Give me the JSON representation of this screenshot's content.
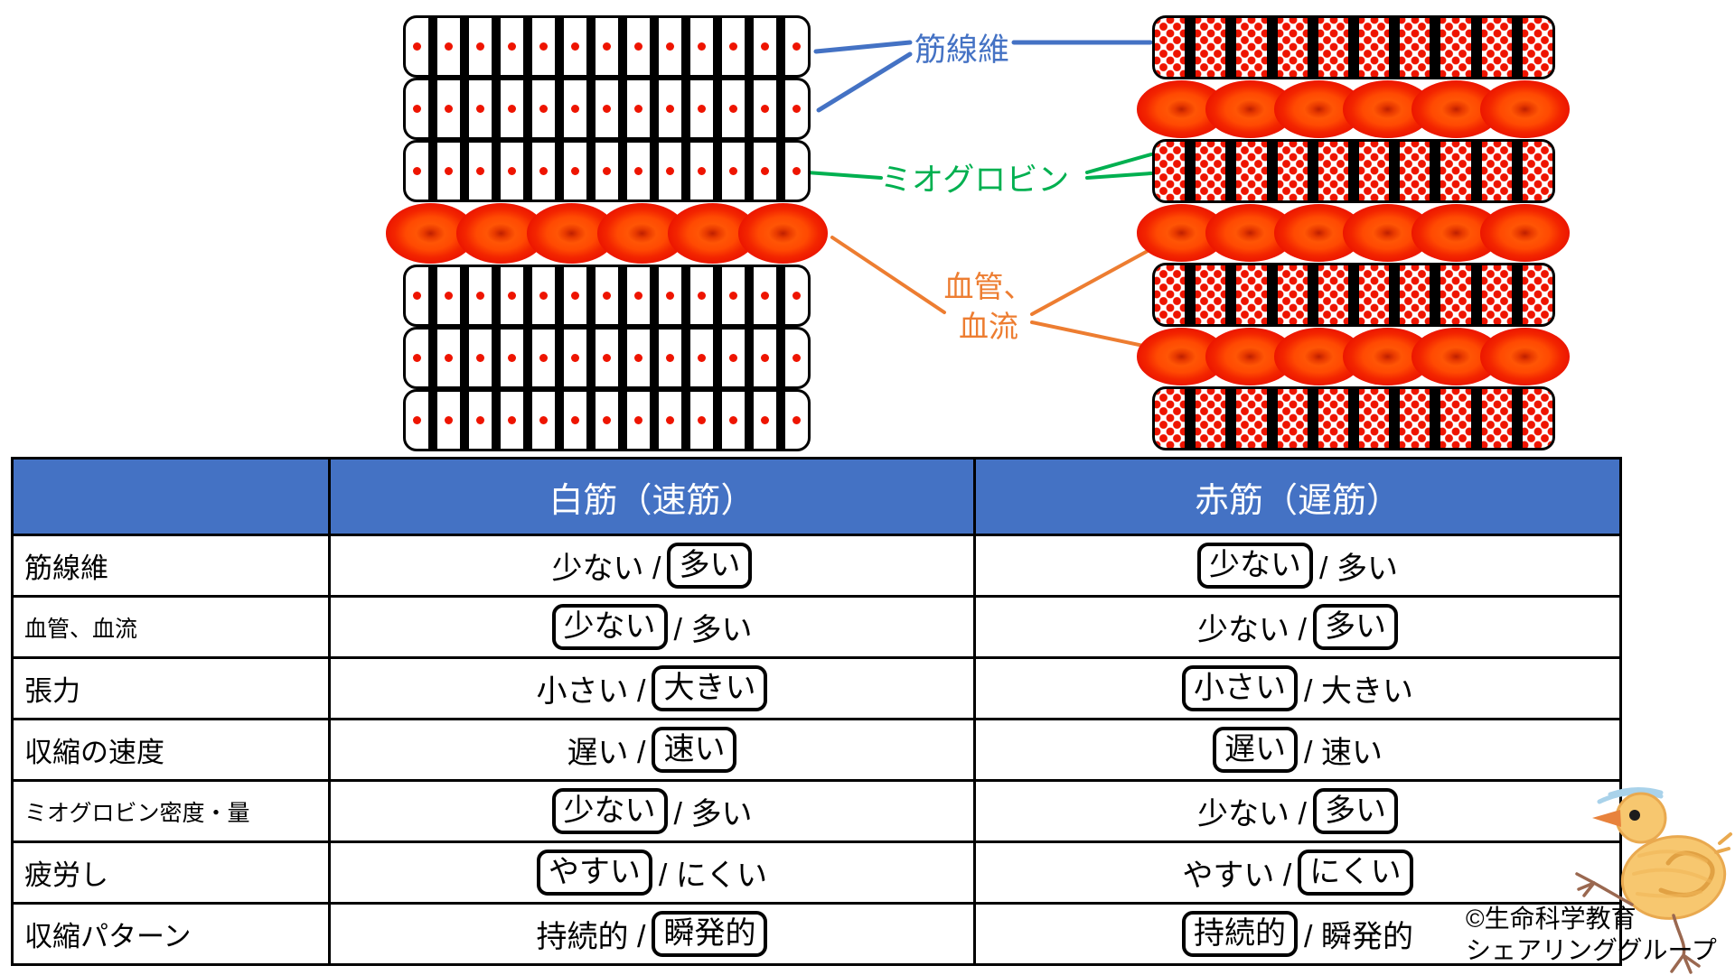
{
  "colors": {
    "header_bg": "#4472C4",
    "header_text": "#FFFFFF",
    "fiber_label": "#4472C4",
    "myoglobin_label": "#00B050",
    "vessel_label": "#ED7D31",
    "dot_red": "#EE1400",
    "table_border": "#000000"
  },
  "diagram": {
    "labels": {
      "fiber": "筋線維",
      "myoglobin": "ミオグロビン",
      "vessel_line1": "血管、",
      "vessel_line2": "血流"
    },
    "white_block": {
      "bands": [
        "fiber",
        "fiber",
        "fiber",
        "vessel",
        "fiber",
        "fiber",
        "fiber"
      ],
      "cells_per_band": 13,
      "vessels_per_band": 6,
      "dot_style": "single"
    },
    "red_block": {
      "bands": [
        "fiber",
        "vessel",
        "fiber",
        "vessel",
        "fiber",
        "vessel",
        "fiber"
      ],
      "cells_per_band": 10,
      "vessels_per_band": 6,
      "dot_style": "dense"
    }
  },
  "table": {
    "col_headers": [
      "",
      "白筋（速筋）",
      "赤筋（遅筋）"
    ],
    "rows": [
      {
        "label": "筋線維",
        "label_small": false,
        "white": {
          "options": [
            "少ない",
            "多い"
          ],
          "highlighted": 1
        },
        "red": {
          "options": [
            "少ない",
            "多い"
          ],
          "highlighted": 0
        }
      },
      {
        "label": "血管、血流",
        "label_small": true,
        "white": {
          "options": [
            "少ない",
            "多い"
          ],
          "highlighted": 0
        },
        "red": {
          "options": [
            "少ない",
            "多い"
          ],
          "highlighted": 1
        }
      },
      {
        "label": "張力",
        "label_small": false,
        "white": {
          "options": [
            "小さい",
            "大きい"
          ],
          "highlighted": 1
        },
        "red": {
          "options": [
            "小さい",
            "大きい"
          ],
          "highlighted": 0
        }
      },
      {
        "label": "収縮の速度",
        "label_small": false,
        "white": {
          "options": [
            "遅い",
            "速い"
          ],
          "highlighted": 1
        },
        "red": {
          "options": [
            "遅い",
            "速い"
          ],
          "highlighted": 0
        }
      },
      {
        "label": "ミオグロビン密度・量",
        "label_small": true,
        "white": {
          "options": [
            "少ない",
            "多い"
          ],
          "highlighted": 0
        },
        "red": {
          "options": [
            "少ない",
            "多い"
          ],
          "highlighted": 1
        }
      },
      {
        "label": "疲労し",
        "label_small": false,
        "white": {
          "options": [
            "やすい",
            "にくい"
          ],
          "highlighted": 0
        },
        "red": {
          "options": [
            "やすい",
            "にくい"
          ],
          "highlighted": 1
        }
      },
      {
        "label": "収縮パターン",
        "label_small": false,
        "white": {
          "options": [
            "持続的",
            "瞬発的"
          ],
          "highlighted": 1
        },
        "red": {
          "options": [
            "持続的",
            "瞬発的"
          ],
          "highlighted": 0
        }
      }
    ]
  },
  "credit": {
    "line1": "©生命科学教育",
    "line2": "シェアリンググループ"
  }
}
